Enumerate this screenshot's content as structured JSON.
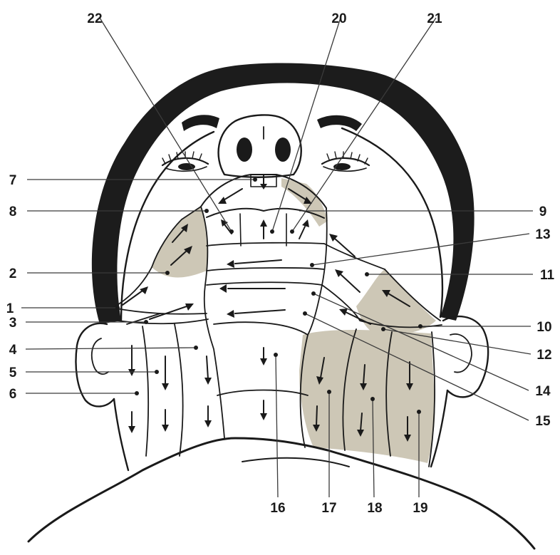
{
  "colors": {
    "ink": "#1a1a1a",
    "hair": "#1c1c1c",
    "shade": "#cdc7b6",
    "skin": "#ffffff"
  },
  "labels": [
    {
      "id": "1",
      "text": "1"
    },
    {
      "id": "2",
      "text": "2"
    },
    {
      "id": "3",
      "text": "3"
    },
    {
      "id": "4",
      "text": "4"
    },
    {
      "id": "5",
      "text": "5"
    },
    {
      "id": "6",
      "text": "6"
    },
    {
      "id": "7",
      "text": "7"
    },
    {
      "id": "8",
      "text": "8"
    },
    {
      "id": "9",
      "text": "9"
    },
    {
      "id": "10",
      "text": "10"
    },
    {
      "id": "11",
      "text": "11"
    },
    {
      "id": "12",
      "text": "12"
    },
    {
      "id": "13",
      "text": "13"
    },
    {
      "id": "14",
      "text": "14"
    },
    {
      "id": "15",
      "text": "15"
    },
    {
      "id": "16",
      "text": "16"
    },
    {
      "id": "17",
      "text": "17"
    },
    {
      "id": "18",
      "text": "18"
    },
    {
      "id": "19",
      "text": "19"
    },
    {
      "id": "20",
      "text": "20"
    },
    {
      "id": "21",
      "text": "21"
    },
    {
      "id": "22",
      "text": "22"
    }
  ]
}
